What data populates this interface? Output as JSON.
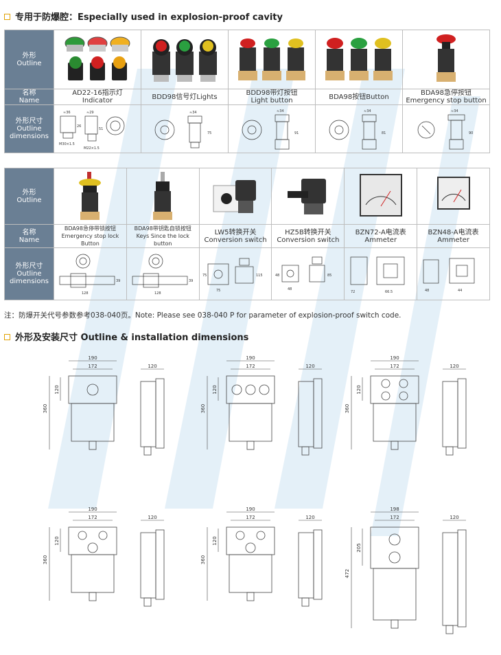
{
  "section1": {
    "title": "专用于防爆腔：Especially used in explosion-proof cavity"
  },
  "table1": {
    "row_headers": {
      "outline": [
        "外形",
        "Outline"
      ],
      "name": [
        "名称",
        "Name"
      ],
      "dims": [
        "外形尺寸",
        "Outline",
        "dimensions"
      ]
    },
    "items": [
      {
        "name_cn": "AD22-16指示灯",
        "name_en": "Indicator",
        "dims": [
          "≈36",
          "≈29",
          "M30×1.5",
          "M22×1.5",
          "26",
          "51"
        ]
      },
      {
        "name_cn": "BDD98信号灯Lights",
        "name_en": "",
        "dims": [
          "≈34",
          "75"
        ]
      },
      {
        "name_cn": "BDD98带灯按钮",
        "name_en": "Light button",
        "dims": [
          "≈34",
          "91"
        ]
      },
      {
        "name_cn": "BDA98按钮Button",
        "name_en": "",
        "dims": [
          "≈34",
          "81"
        ]
      },
      {
        "name_cn": "BDA98急停按钮",
        "name_en": "Emergency stop button",
        "dims": [
          "≈34",
          "90"
        ]
      }
    ]
  },
  "table2": {
    "items": [
      {
        "name_cn": "BDA98急停带锁按钮",
        "name_en": "Emergency stop lock Button",
        "dims": [
          "128",
          "39"
        ]
      },
      {
        "name_cn": "BDA98带钥匙自锁按钮",
        "name_en": "Keys Since the lock button",
        "dims": [
          "128",
          "39"
        ]
      },
      {
        "name_cn": "LW5转换开关",
        "name_en": "Conversion switch",
        "dims": [
          "75",
          "75",
          "115"
        ]
      },
      {
        "name_cn": "HZ5B转换开关",
        "name_en": "Conversion switch",
        "dims": [
          "48",
          "48",
          "85"
        ]
      },
      {
        "name_cn": "BZN72-A电流表",
        "name_en": "Ammeter",
        "dims": [
          "72",
          "66.5"
        ]
      },
      {
        "name_cn": "BZN48-A电流表",
        "name_en": "Ammeter",
        "dims": [
          "48",
          "44"
        ]
      }
    ]
  },
  "note": "注：防爆开关代号参数参考038-040页。Note: Please see 038-040 P for parameter of explosion-proof switch code.",
  "section2": {
    "title": "外形及安装尺寸 Outline & installation dimensions"
  },
  "drawings": [
    {
      "w1": "190",
      "w2": "172",
      "h_total": "360",
      "h_part": "120",
      "depth": "120"
    },
    {
      "w1": "190",
      "w2": "172",
      "h_total": "360",
      "h_part": "120",
      "depth": "120"
    },
    {
      "w1": "190",
      "w2": "172",
      "h_total": "360",
      "h_part": "120",
      "depth": "120"
    },
    {
      "w1": "190",
      "w2": "172",
      "h_total": "360",
      "h_part": "120",
      "depth": "120"
    },
    {
      "w1": "190",
      "w2": "172",
      "h_total": "360",
      "h_part": "120",
      "depth": "120"
    },
    {
      "w1": "198",
      "w2": "172",
      "h_total": "472",
      "h_part": "205",
      "depth": "120"
    }
  ],
  "colors": {
    "header_bg": "#6a7f94",
    "accent": "#e0a000",
    "watermark": "#3a8fd0"
  }
}
